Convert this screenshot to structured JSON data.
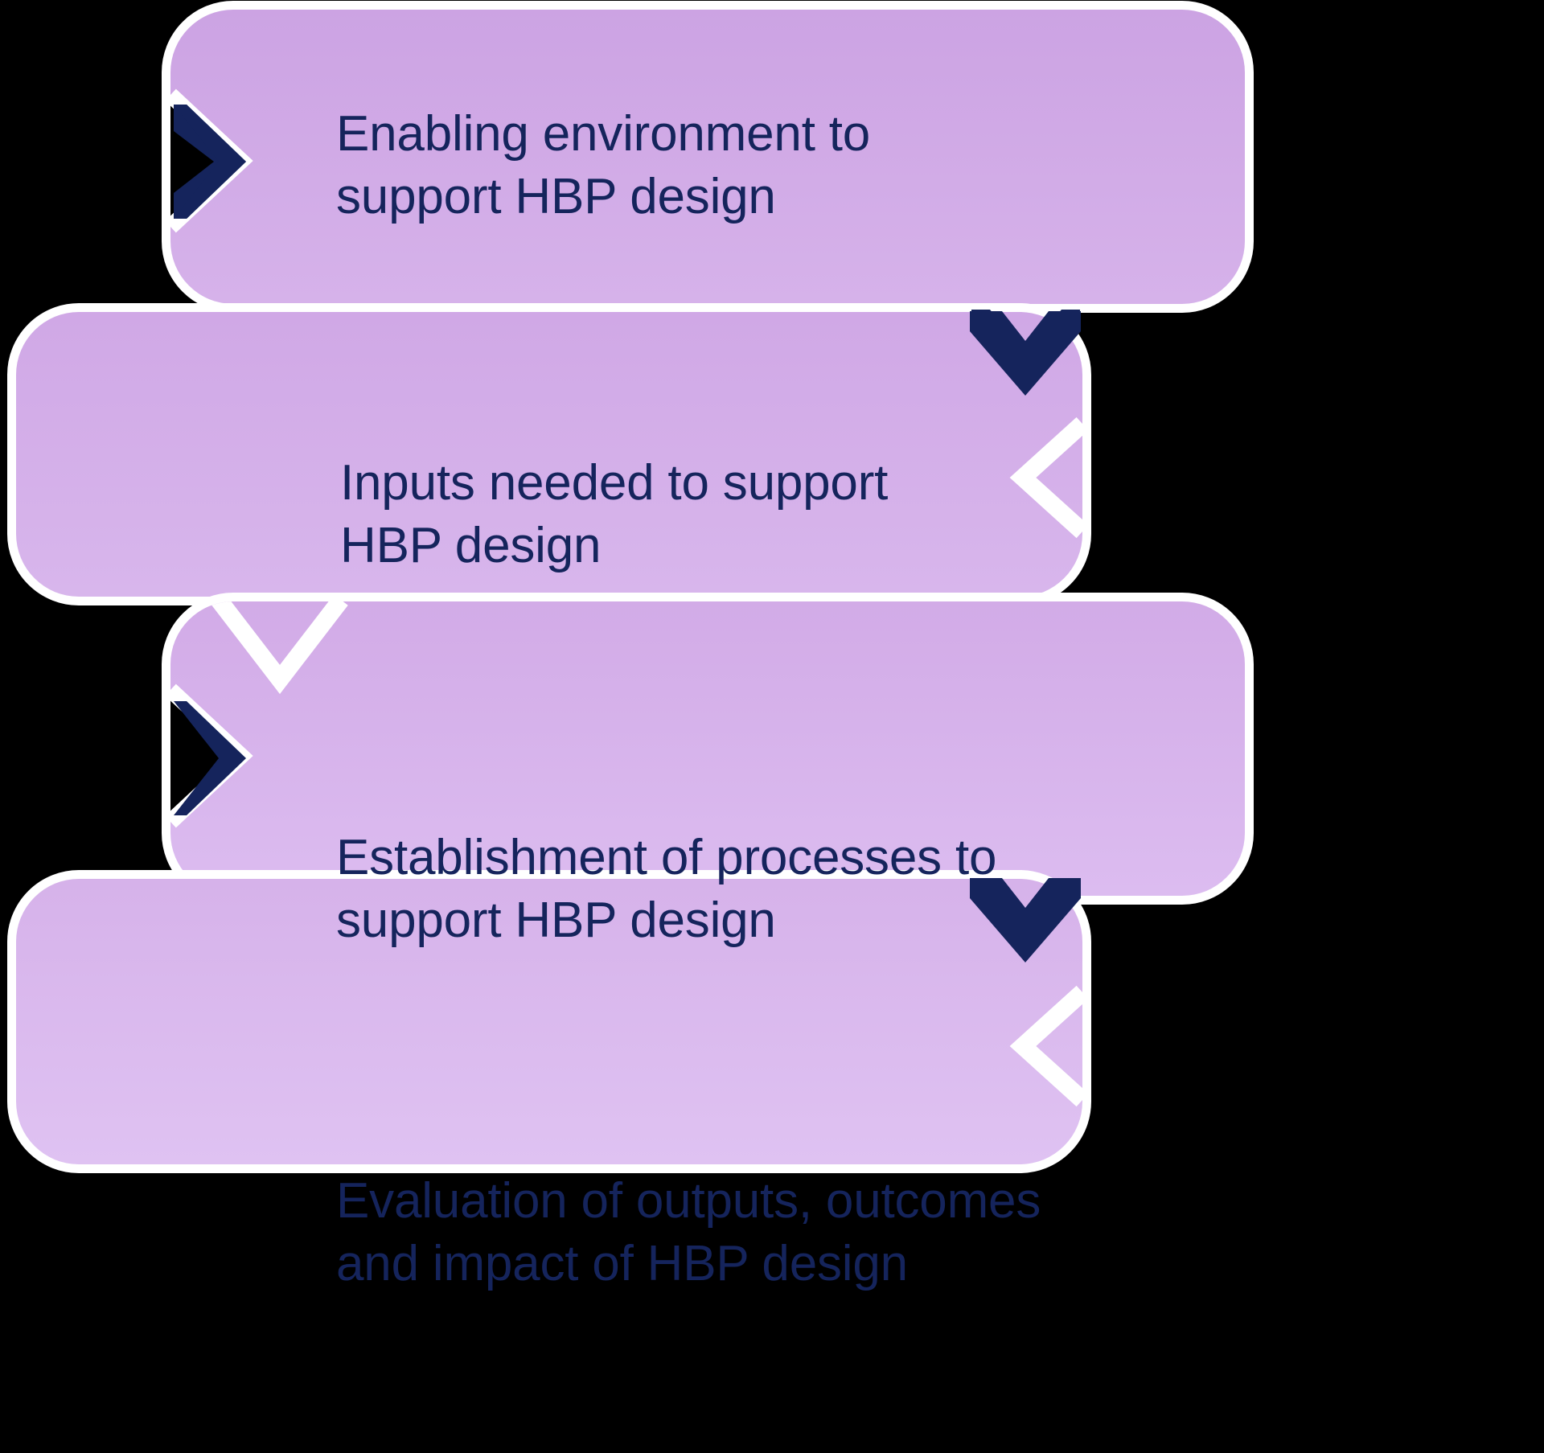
{
  "diagram": {
    "type": "vertical-chevron-banner-flow",
    "background_color": "#000000",
    "accent_color": "#15245c",
    "outline_color": "#ffffff",
    "band_fill_top": "#cda4e4",
    "band_fill_bottom": "#dcbcf0",
    "steps": [
      {
        "index": 1,
        "text": "Enabling environment to\nsupport HBP design",
        "align": "right-shifted",
        "marker": "chevron-right-icon"
      },
      {
        "index": 2,
        "text": "Inputs needed to support\nHBP design",
        "align": "left-shifted",
        "marker": "chevron-down-icon"
      },
      {
        "index": 3,
        "text": "Establishment of processes to\nsupport HBP design",
        "align": "right-shifted",
        "marker": "chevron-right-icon"
      },
      {
        "index": 4,
        "text": "Evaluation of outputs, outcomes\nand impact of HBP design",
        "align": "left-shifted",
        "marker": "chevron-down-icon"
      }
    ]
  }
}
